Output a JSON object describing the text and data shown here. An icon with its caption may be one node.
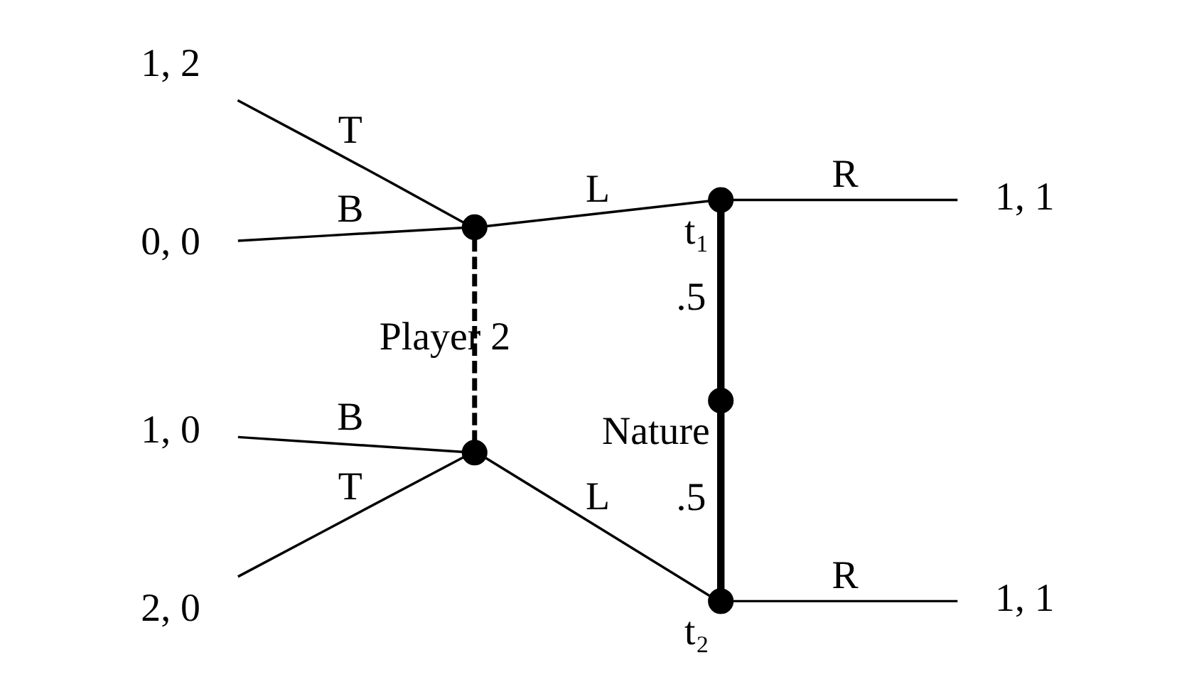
{
  "diagram": {
    "nodes": [
      {
        "text": [
          "1, 2"
        ]
      },
      {
        "text": [],
        "shape": "circle"
      },
      {
        "text": [],
        "shape": "circle",
        "beside": [
          "t₁"
        ]
      },
      {
        "text": [
          "1, 1"
        ]
      },
      {
        "text": [
          "0, 0"
        ]
      },
      {
        "text": [],
        "shape": "circle",
        "beside": [
          "Nature"
        ]
      },
      {
        "text": [
          "2, 0"
        ]
      },
      {
        "text": [],
        "shape": "circle"
      },
      {
        "text": [],
        "shape": "circle",
        "beside": [
          "t₂"
        ]
      },
      {
        "text": [
          "1, 1"
        ]
      },
      {
        "text": [
          "1, 0"
        ]
      }
    ],
    "edges": [
      {
        "from": 0,
        "to": 1,
        "arrow": "none",
        "label": "T"
      },
      {
        "from": 4,
        "to": 1,
        "arrow": "none",
        "label": "B"
      },
      {
        "from": 1,
        "to": 2,
        "arrow": "none",
        "label": "L"
      },
      {
        "from": 2,
        "to": 3,
        "arrow": "none",
        "label": "R"
      },
      {
        "from": 1,
        "to": 7,
        "arrow": "none",
        "label": "Player 2",
        "style": "dashed"
      },
      {
        "from": 2,
        "to": 5,
        "arrow": "none",
        "label": ".5",
        "style": "thick"
      },
      {
        "from": 5,
        "to": 8,
        "arrow": "none",
        "label": ".5",
        "style": "thick"
      },
      {
        "from": 6,
        "to": 7,
        "arrow": "none",
        "label": "T"
      },
      {
        "from": 10,
        "to": 7,
        "arrow": "none",
        "label": "B"
      },
      {
        "from": 7,
        "to": 8,
        "arrow": "none",
        "label": "L"
      },
      {
        "from": 8,
        "to": 9,
        "arrow": "none",
        "label": "R"
      }
    ]
  }
}
